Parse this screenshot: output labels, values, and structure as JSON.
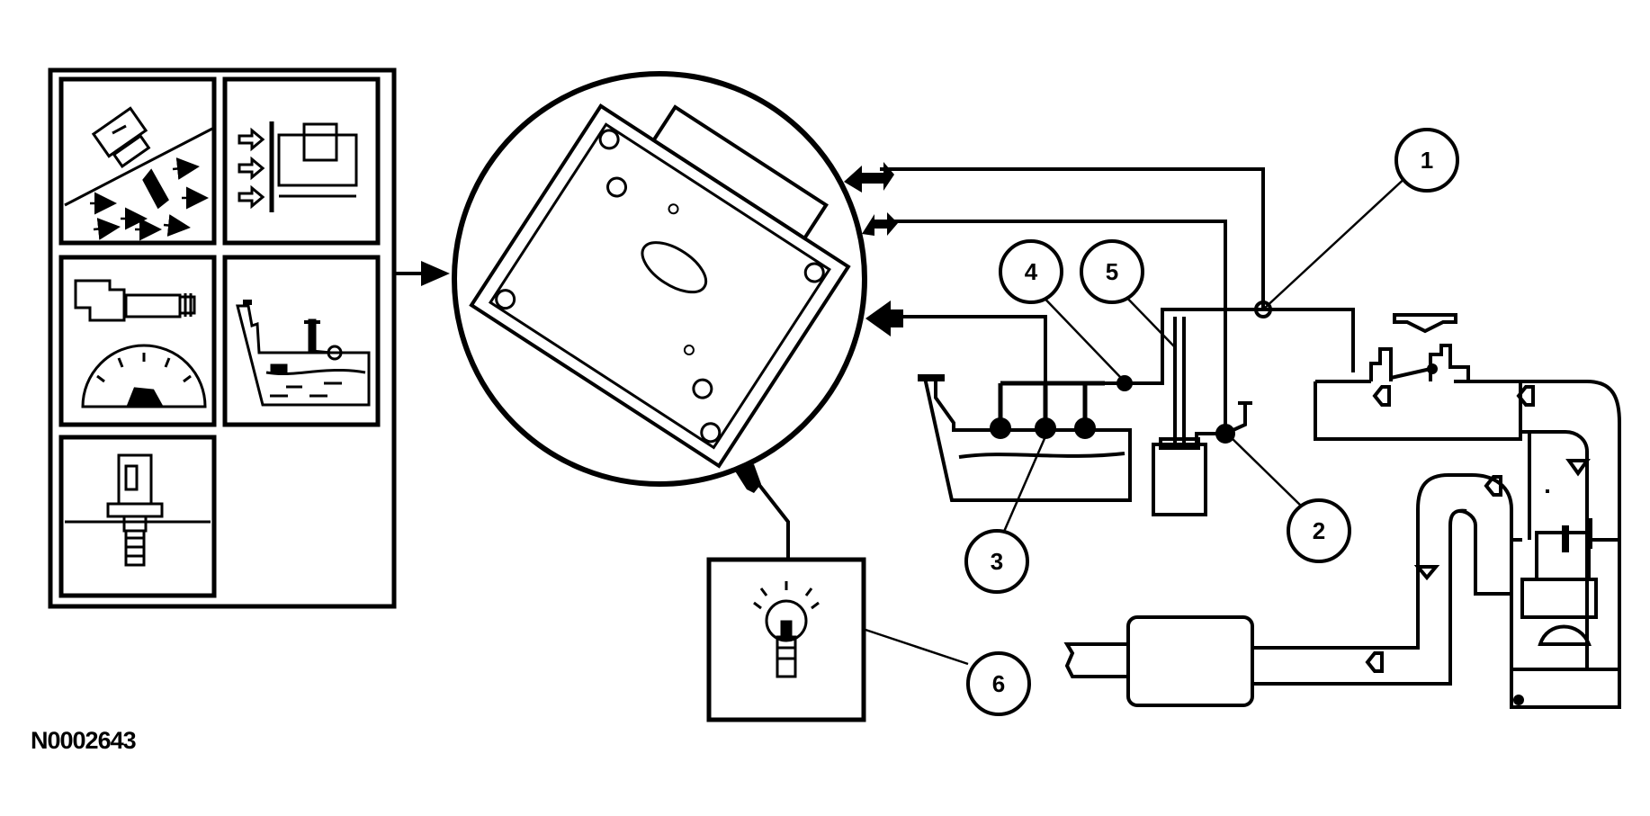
{
  "figure_id": "N0002643",
  "colors": {
    "ink": "#000000",
    "paper": "#ffffff"
  },
  "callouts": [
    {
      "label": "1",
      "part": "callout-1"
    },
    {
      "label": "2",
      "part": "callout-2"
    },
    {
      "label": "3",
      "part": "callout-3"
    },
    {
      "label": "4",
      "part": "callout-4"
    },
    {
      "label": "5",
      "part": "callout-5"
    },
    {
      "label": "6",
      "part": "callout-6"
    }
  ],
  "icons": {
    "sensor_panel": [
      "oxygen-sensor-icon",
      "mass-airflow-sensor-icon",
      "vehicle-speed-sensor-icon",
      "fuel-level-sensor-icon",
      "pressure-sensor-icon"
    ],
    "module": "powertrain-control-module-icon",
    "lamp": "warning-lamp-icon",
    "tank": "fuel-tank-icon",
    "canister": "evap-canister-icon",
    "engine": "engine-intake-exhaust-icon"
  }
}
